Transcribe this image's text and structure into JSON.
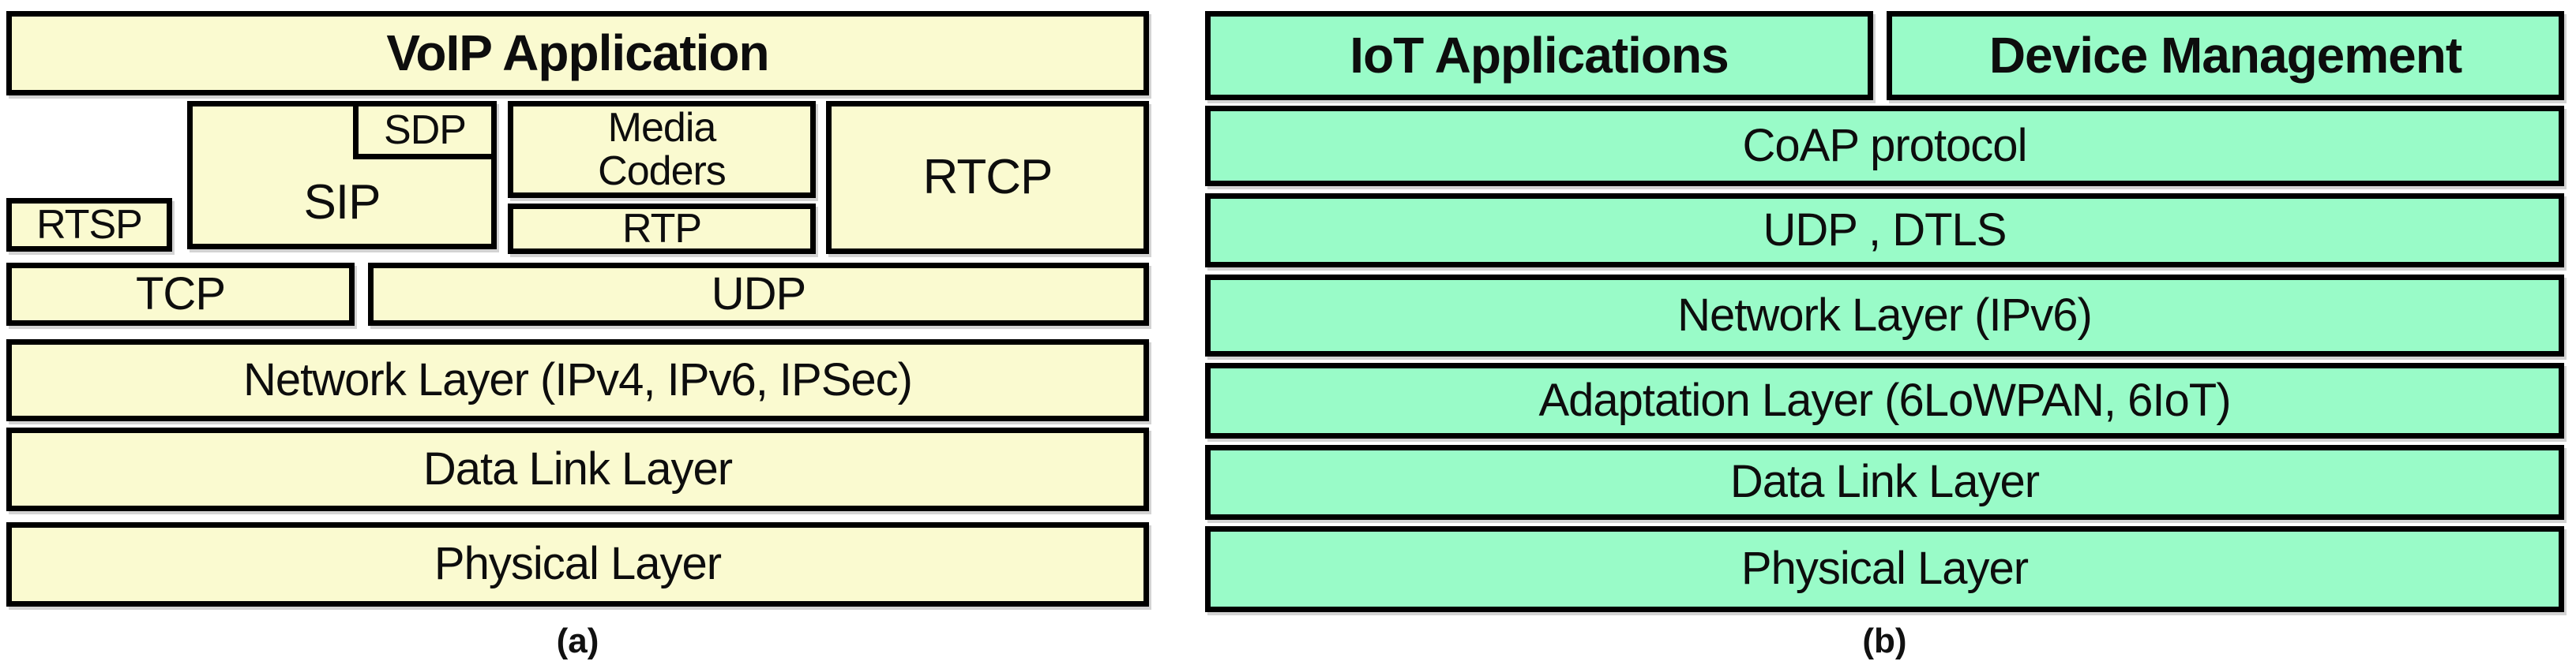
{
  "figure": {
    "colors": {
      "stack_a_fill": "#FAFAD0",
      "stack_b_fill": "#99FBC8",
      "border": "#000000"
    },
    "stack_a": {
      "caption": "(a)",
      "boxes": {
        "app": "VoIP Application",
        "rtsp": "RTSP",
        "sip": "SIP",
        "sdp": "SDP",
        "media_coders": "Media Coders",
        "rtp": "RTP",
        "rtcp": "RTCP",
        "tcp": "TCP",
        "udp": "UDP",
        "network": "Network Layer (IPv4, IPv6, IPSec)",
        "data_link": "Data Link Layer",
        "physical": "Physical Layer"
      }
    },
    "stack_b": {
      "caption": "(b)",
      "boxes": {
        "iot_apps": "IoT Applications",
        "device_mgmt": "Device Management",
        "coap": "CoAP protocol",
        "udp_dtls": "UDP , DTLS",
        "network": "Network Layer (IPv6)",
        "adaptation": "Adaptation Layer (6LoWPAN, 6IoT)",
        "data_link": "Data Link Layer",
        "physical": "Physical Layer"
      }
    }
  }
}
